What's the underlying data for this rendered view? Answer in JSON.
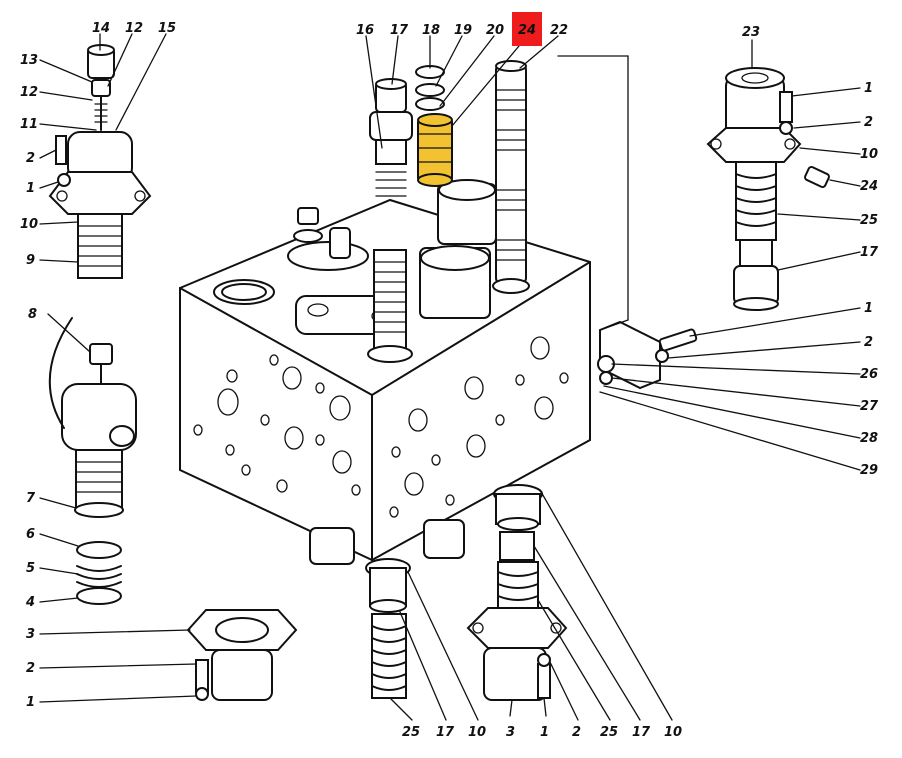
{
  "diagram": {
    "highlight_color": "#f2c230",
    "badge_color": "#ee1c1c",
    "highlighted_part": "24",
    "callouts": [
      {
        "id": "c-14",
        "text": "14"
      },
      {
        "id": "c-12t",
        "text": "12"
      },
      {
        "id": "c-15",
        "text": "15"
      },
      {
        "id": "c-13",
        "text": "13"
      },
      {
        "id": "c-12l",
        "text": "12"
      },
      {
        "id": "c-11",
        "text": "11"
      },
      {
        "id": "c-2a",
        "text": "2"
      },
      {
        "id": "c-1a",
        "text": "1"
      },
      {
        "id": "c-10a",
        "text": "10"
      },
      {
        "id": "c-9",
        "text": "9"
      },
      {
        "id": "c-8",
        "text": "8"
      },
      {
        "id": "c-7",
        "text": "7"
      },
      {
        "id": "c-6",
        "text": "6"
      },
      {
        "id": "c-5",
        "text": "5"
      },
      {
        "id": "c-4",
        "text": "4"
      },
      {
        "id": "c-3a",
        "text": "3"
      },
      {
        "id": "c-2b",
        "text": "2"
      },
      {
        "id": "c-1b",
        "text": "1"
      },
      {
        "id": "c-16",
        "text": "16"
      },
      {
        "id": "c-17a",
        "text": "17"
      },
      {
        "id": "c-18",
        "text": "18"
      },
      {
        "id": "c-19",
        "text": "19"
      },
      {
        "id": "c-20",
        "text": "20"
      },
      {
        "id": "c-24top",
        "text": "24"
      },
      {
        "id": "c-22",
        "text": "22"
      },
      {
        "id": "c-23",
        "text": "23"
      },
      {
        "id": "c-1r",
        "text": "1"
      },
      {
        "id": "c-2r",
        "text": "2"
      },
      {
        "id": "c-10r",
        "text": "10"
      },
      {
        "id": "c-24r",
        "text": "24"
      },
      {
        "id": "c-25r",
        "text": "25"
      },
      {
        "id": "c-17r",
        "text": "17"
      },
      {
        "id": "c-1m",
        "text": "1"
      },
      {
        "id": "c-2m",
        "text": "2"
      },
      {
        "id": "c-26",
        "text": "26"
      },
      {
        "id": "c-27",
        "text": "27"
      },
      {
        "id": "c-28",
        "text": "28"
      },
      {
        "id": "c-29",
        "text": "29"
      },
      {
        "id": "c-25b",
        "text": "25"
      },
      {
        "id": "c-17b",
        "text": "17"
      },
      {
        "id": "c-10b",
        "text": "10"
      },
      {
        "id": "c-3b",
        "text": "3"
      },
      {
        "id": "c-1c",
        "text": "1"
      },
      {
        "id": "c-2c",
        "text": "2"
      },
      {
        "id": "c-25c",
        "text": "25"
      },
      {
        "id": "c-17c",
        "text": "17"
      },
      {
        "id": "c-10c",
        "text": "10"
      }
    ]
  }
}
